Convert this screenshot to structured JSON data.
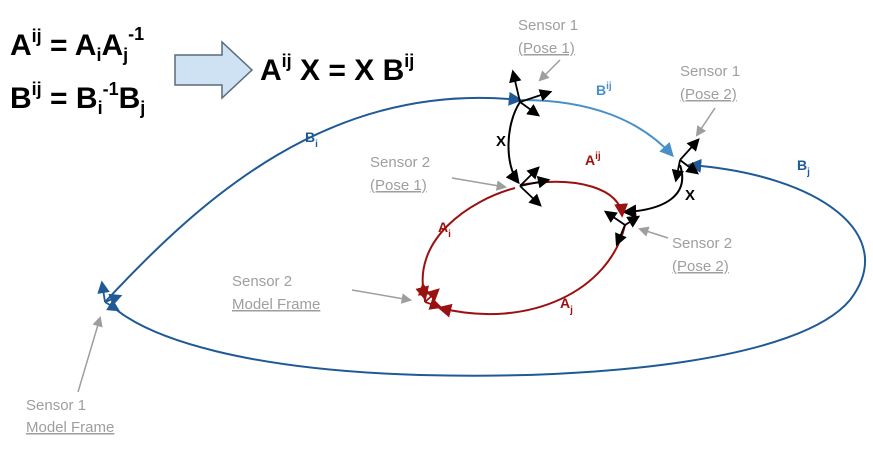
{
  "equations": {
    "eq1": {
      "lhs_base": "A",
      "lhs_sup": "ij",
      "eq": " = ",
      "t1": "A",
      "t1_sub": "i",
      "t2": "A",
      "t2_sub": "j",
      "t2_sup": "-1"
    },
    "eq2": {
      "lhs_base": "B",
      "lhs_sup": "ij",
      "eq": " = ",
      "t1": "B",
      "t1_sub": "i",
      "t1_sup": "-1",
      "t2": "B",
      "t2_sub": "j"
    },
    "result": {
      "a": "A",
      "a_sup": "ij",
      "x1": " X = X ",
      "b": "B",
      "b_sup": "ij"
    }
  },
  "labels": {
    "sensor1_pose1": {
      "line1": "Sensor 1",
      "line2": "(Pose 1)"
    },
    "sensor1_pose2": {
      "line1": "Sensor 1",
      "line2": "(Pose 2)"
    },
    "sensor2_pose1": {
      "line1": "Sensor 2",
      "line2": "(Pose 1)"
    },
    "sensor2_pose2": {
      "line1": "Sensor 2",
      "line2": "(Pose 2)"
    },
    "sensor2_model": {
      "line1": "Sensor 2",
      "line2": "Model Frame"
    },
    "sensor1_model": {
      "line1": "Sensor 1",
      "line2": "Model Frame"
    }
  },
  "transforms": {
    "bij": {
      "base": "B",
      "sup": "ij"
    },
    "bi": {
      "base": "B",
      "sub": "i"
    },
    "bj": {
      "base": "B",
      "sub": "j"
    },
    "aij": {
      "base": "A",
      "sup": "ij"
    },
    "ai": {
      "base": "A",
      "sub": "i"
    },
    "aj": {
      "base": "A",
      "sub": "j"
    },
    "x_top": "X",
    "x_right": "X"
  },
  "colors": {
    "dark_blue": "#1f5a96",
    "light_blue": "#4a90c8",
    "dark_red": "#9b1010",
    "gray": "#9e9e9e",
    "arrow_fill": "#cfe2f3",
    "arrow_stroke": "#5a6b7a"
  }
}
